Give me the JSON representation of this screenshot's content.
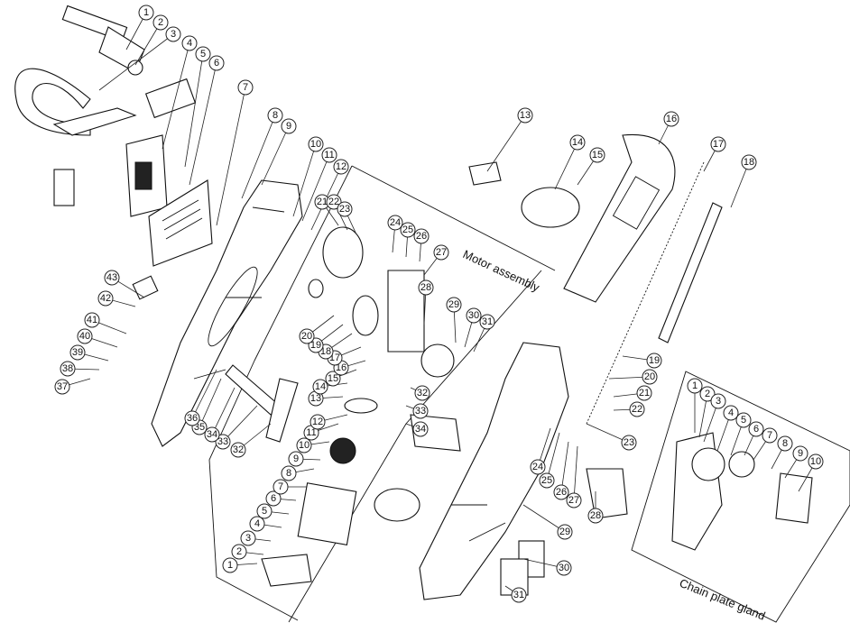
{
  "labels": {
    "motor_assembly": "Motor assembly",
    "chain_plate_gland": "Chain plate gland"
  },
  "callouts": {
    "main": [
      "1",
      "2",
      "3",
      "4",
      "5",
      "6",
      "7",
      "8",
      "9",
      "10",
      "11",
      "12",
      "13",
      "14",
      "15",
      "16",
      "17",
      "18",
      "19",
      "20",
      "21",
      "22",
      "23",
      "24",
      "25",
      "26",
      "27",
      "28",
      "29",
      "30",
      "31",
      "32",
      "33",
      "34",
      "35",
      "36",
      "37",
      "38",
      "39",
      "40",
      "41",
      "42",
      "43"
    ],
    "motor": [
      "1",
      "2",
      "3",
      "4",
      "5",
      "6",
      "7",
      "8",
      "9",
      "10",
      "11",
      "12",
      "13",
      "14",
      "15",
      "16",
      "17",
      "18",
      "19",
      "20",
      "21",
      "22",
      "23",
      "24",
      "25",
      "26",
      "27",
      "28",
      "29",
      "30",
      "31",
      "32",
      "33",
      "34"
    ],
    "gland": [
      "1",
      "2",
      "3",
      "4",
      "5",
      "6",
      "7",
      "8",
      "9",
      "10"
    ]
  }
}
